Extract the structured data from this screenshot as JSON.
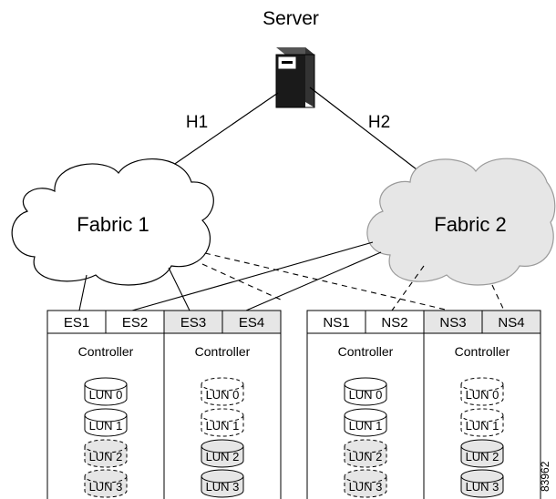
{
  "server": {
    "label": "Server"
  },
  "links": {
    "h1": "H1",
    "h2": "H2"
  },
  "fabrics": [
    {
      "label": "Fabric 1",
      "fill": "#ffffff"
    },
    {
      "label": "Fabric 2",
      "fill": "#e6e6e6"
    }
  ],
  "arrays": [
    {
      "ports": [
        {
          "label": "ES1",
          "shaded": false
        },
        {
          "label": "ES2",
          "shaded": false
        },
        {
          "label": "ES3",
          "shaded": true
        },
        {
          "label": "ES4",
          "shaded": true
        }
      ],
      "controllers": [
        {
          "label": "Controller",
          "luns": [
            {
              "label": "LUN 0",
              "state": "active"
            },
            {
              "label": "LUN 1",
              "state": "active"
            },
            {
              "label": "LUN 2",
              "state": "passive"
            },
            {
              "label": "LUN 3",
              "state": "passive"
            }
          ]
        },
        {
          "label": "Controller",
          "luns": [
            {
              "label": "LUN 0",
              "state": "passive-clear"
            },
            {
              "label": "LUN 1",
              "state": "passive-clear"
            },
            {
              "label": "LUN 2",
              "state": "active-shaded"
            },
            {
              "label": "LUN 3",
              "state": "active-shaded"
            }
          ]
        }
      ]
    },
    {
      "ports": [
        {
          "label": "NS1",
          "shaded": false
        },
        {
          "label": "NS2",
          "shaded": false
        },
        {
          "label": "NS3",
          "shaded": true
        },
        {
          "label": "NS4",
          "shaded": true
        }
      ],
      "controllers": [
        {
          "label": "Controller",
          "luns": [
            {
              "label": "LUN 0",
              "state": "active"
            },
            {
              "label": "LUN 1",
              "state": "active"
            },
            {
              "label": "LUN 2",
              "state": "passive"
            },
            {
              "label": "LUN 3",
              "state": "passive"
            }
          ]
        },
        {
          "label": "Controller",
          "luns": [
            {
              "label": "LUN 0",
              "state": "passive-clear"
            },
            {
              "label": "LUN 1",
              "state": "passive-clear"
            },
            {
              "label": "LUN 2",
              "state": "active-shaded"
            },
            {
              "label": "LUN 3",
              "state": "active-shaded"
            }
          ]
        }
      ]
    }
  ],
  "figure_id": "83962",
  "colors": {
    "shade": "#e6e6e6",
    "line": "#000000",
    "server_body": "#1a1a1a"
  }
}
